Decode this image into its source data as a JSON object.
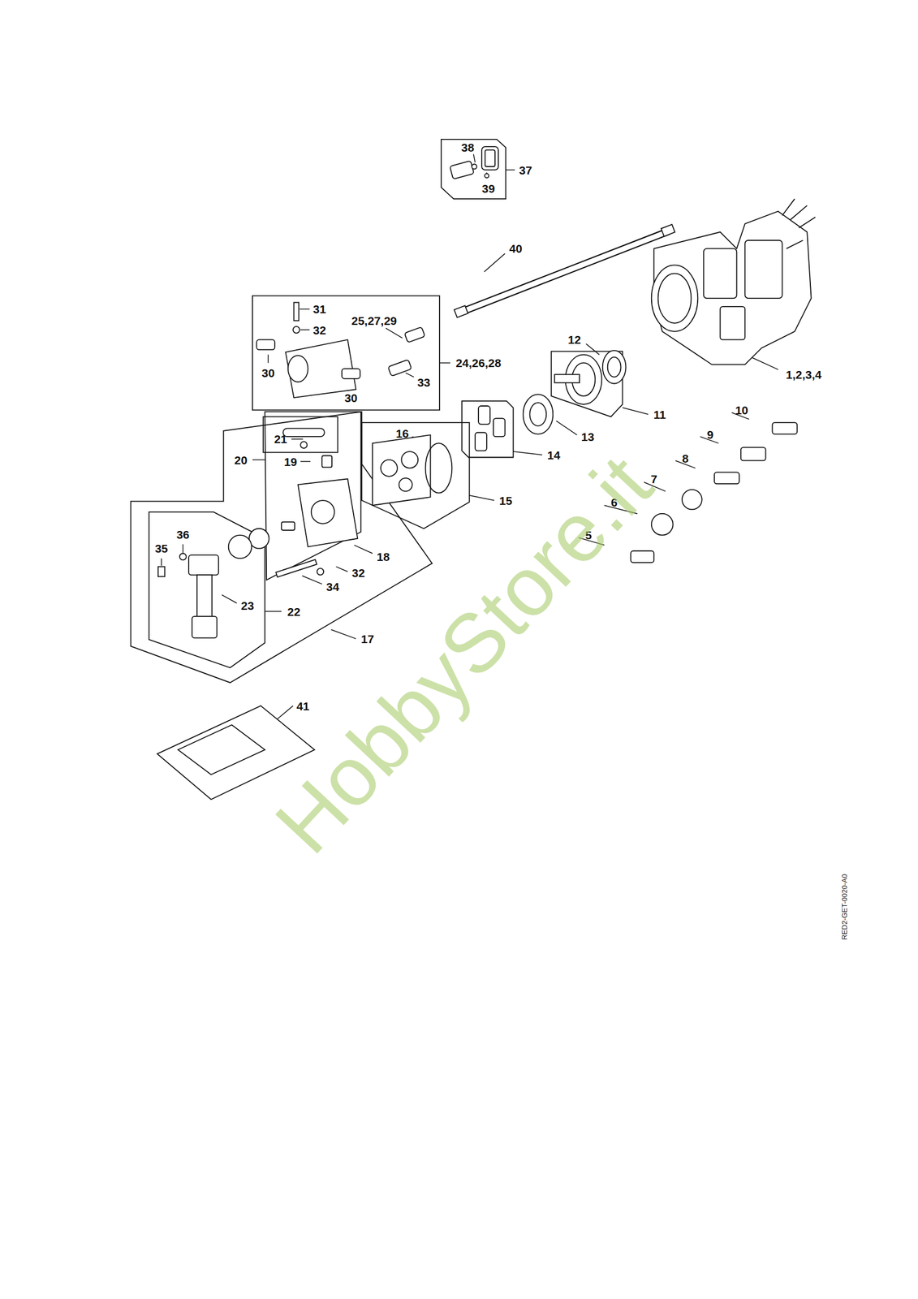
{
  "diagram": {
    "labels": [
      "38",
      "37",
      "39",
      "40",
      "31",
      "25,27,29",
      "32",
      "12",
      "24,26,28",
      "30",
      "1,2,3,4",
      "33",
      "30",
      "10",
      "11",
      "16",
      "21",
      "13",
      "9",
      "20",
      "19",
      "14",
      "8",
      "7",
      "15",
      "6",
      "36",
      "35",
      "18",
      "5",
      "32",
      "34",
      "23",
      "22",
      "17",
      "41",
      "HobbyStore.it",
      "RED2-GET-0020-A0"
    ]
  }
}
